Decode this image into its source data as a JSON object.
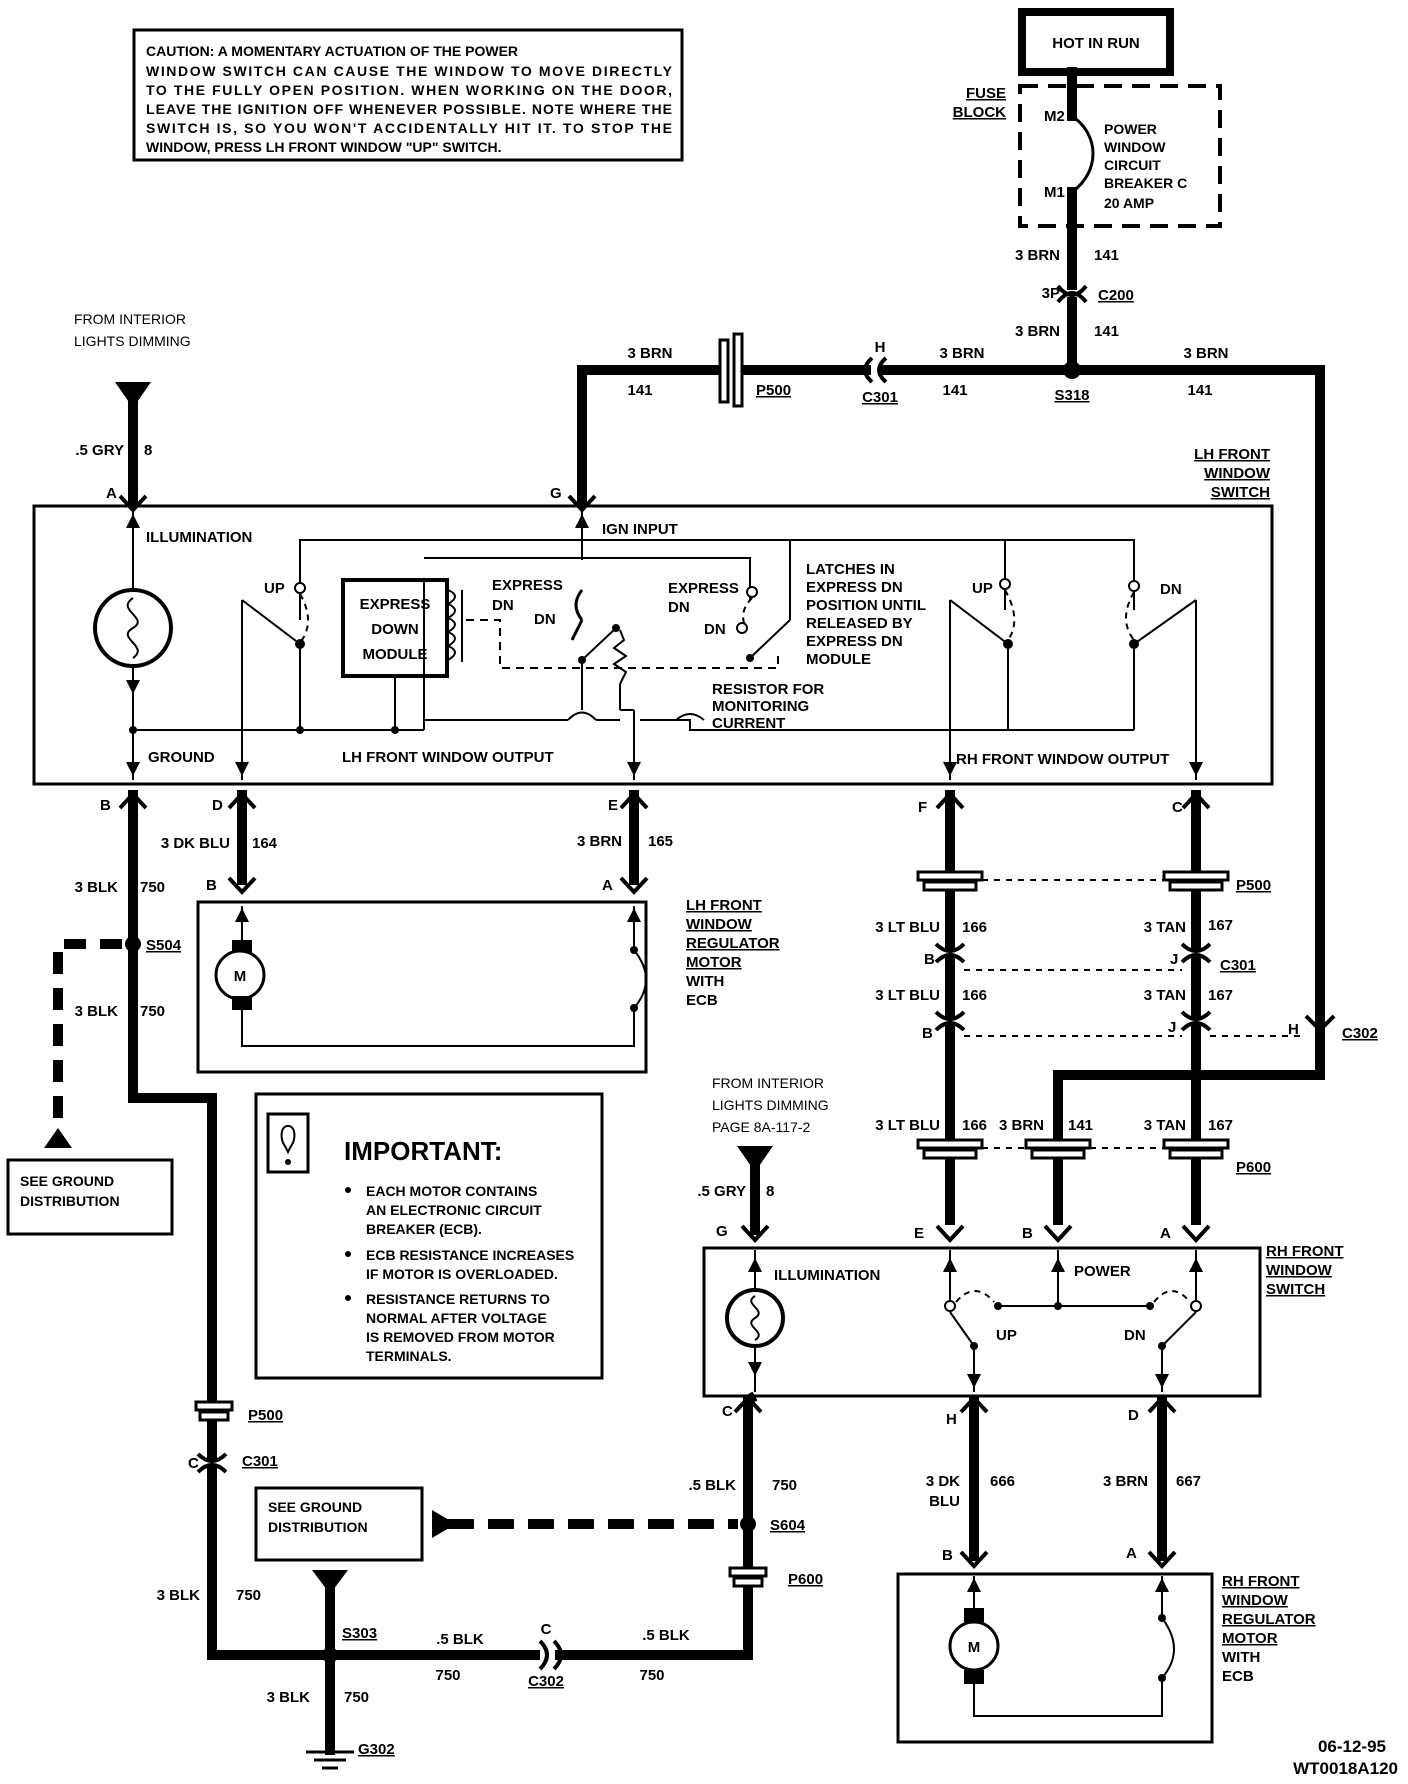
{
  "caution": {
    "lines": [
      "CAUTION:  A MOMENTARY ACTUATION OF THE POWER",
      "WINDOW SWITCH CAN CAUSE THE WINDOW TO MOVE DIRECTLY",
      "TO THE FULLY OPEN POSITION.  WHEN WORKING ON THE DOOR,",
      "LEAVE THE IGNITION OFF WHENEVER POSSIBLE.  NOTE WHERE THE",
      "SWITCH IS, SO YOU WON'T ACCIDENTALLY HIT IT.  TO STOP THE",
      "WINDOW, PRESS LH FRONT WINDOW \"UP\" SWITCH."
    ]
  },
  "hot_in_run": "HOT IN RUN",
  "fuse_block": {
    "label_lines": [
      "FUSE",
      "BLOCK"
    ],
    "m2": "M2",
    "m1": "M1",
    "breaker_lines": [
      "POWER",
      "WINDOW",
      "CIRCUIT",
      "BREAKER C"
    ],
    "amp": "20  AMP"
  },
  "wires": {
    "brn_3": "3 BRN",
    "c141": "141",
    "c8": "8",
    "grey_5": ".5 GRY",
    "dkblu_3": "3 DK BLU",
    "c164": "164",
    "c165": "165",
    "blk_3": "3 BLK",
    "c750": "750",
    "ltblu_3": "3 LT BLU",
    "c166": "166",
    "tan_3": "3 TAN",
    "c167": "167",
    "blk_5": ".5 BLK",
    "dk_3": "3  DK",
    "blu": "BLU",
    "c666": "666",
    "brn_3b": "3  BRN",
    "c667": "667"
  },
  "connectors": {
    "c200": "C200",
    "p3": "3P",
    "s318": "S318",
    "c301": "C301",
    "p500": "P500",
    "h": "H",
    "s504": "S504",
    "c302": "C302",
    "p600": "P600",
    "s604": "S604",
    "s303": "S303",
    "g302": "G302",
    "a": "A",
    "b": "B",
    "c": "C",
    "d": "D",
    "e": "E",
    "f": "F",
    "g": "G",
    "j": "J"
  },
  "lh_switch": {
    "title_lines": [
      "LH FRONT",
      "WINDOW",
      "SWITCH"
    ],
    "illumination": "ILLUMINATION",
    "ign_input": "IGN INPUT",
    "up": "UP",
    "dn": "DN",
    "express_lines": [
      "EXPRESS",
      "DOWN",
      "MODULE"
    ],
    "express": "EXPRESS",
    "latch_lines": [
      "LATCHES IN",
      "EXPRESS DN",
      "POSITION UNTIL",
      "RELEASED BY",
      "EXPRESS DN",
      "MODULE"
    ],
    "resistor_lines": [
      "RESISTOR FOR",
      "MONITORING",
      "CURRENT"
    ],
    "ground": "GROUND",
    "lh_output": "LH FRONT WINDOW OUTPUT",
    "rh_output": "RH FRONT WINDOW OUTPUT"
  },
  "from_dimming_1": [
    "FROM  INTERIOR",
    "LIGHTS  DIMMING"
  ],
  "from_dimming_2": [
    "FROM  INTERIOR",
    "LIGHTS  DIMMING",
    "PAGE  8A-117-2"
  ],
  "lh_motor": {
    "title_lines": [
      "LH FRONT",
      "WINDOW",
      "REGULATOR",
      "MOTOR"
    ],
    "with_lines": [
      "WITH",
      "ECB"
    ],
    "m": "M"
  },
  "rh_motor": {
    "title_lines": [
      "RH FRONT",
      "WINDOW",
      "REGULATOR",
      "MOTOR"
    ],
    "with_lines": [
      "WITH",
      "ECB"
    ],
    "m": "M"
  },
  "ground_dist_1": [
    "SEE  GROUND",
    "DISTRIBUTION"
  ],
  "ground_dist_2": [
    "SEE  GROUND",
    "DISTRIBUTION"
  ],
  "important": {
    "title": "IMPORTANT:",
    "items": [
      [
        "EACH MOTOR CONTAINS",
        "AN ELECTRONIC CIRCUIT",
        "BREAKER (ECB)."
      ],
      [
        "ECB RESISTANCE INCREASES",
        "IF MOTOR IS OVERLOADED."
      ],
      [
        "RESISTANCE RETURNS TO",
        "NORMAL AFTER VOLTAGE",
        "IS REMOVED FROM MOTOR",
        "TERMINALS."
      ]
    ]
  },
  "rh_switch": {
    "title_lines": [
      "RH FRONT",
      "WINDOW",
      "SWITCH"
    ],
    "illumination": "ILLUMINATION",
    "power": "POWER",
    "up": "UP",
    "dn": "DN"
  },
  "footer": {
    "date": "06-12-95",
    "code": "WT0018A120"
  }
}
